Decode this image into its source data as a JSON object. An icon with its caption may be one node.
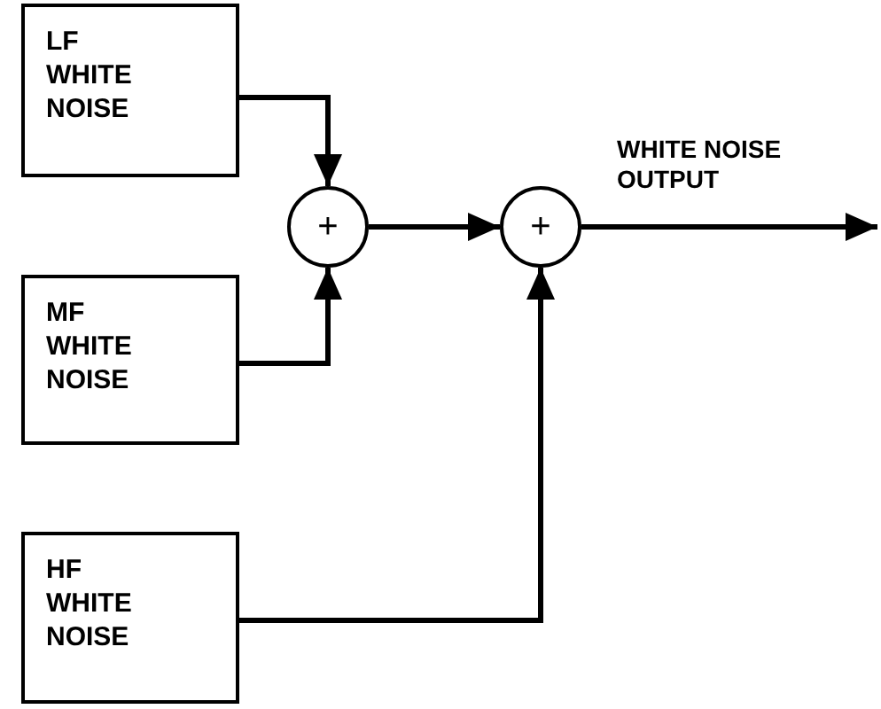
{
  "diagram": {
    "nodes": [
      {
        "text": [
          "LF WHITE NOISE"
        ]
      },
      {
        "text": [
          "MF WHITE NOISE"
        ]
      },
      {
        "text": [
          "HF WHITE NOISE"
        ]
      },
      {
        "text": [
          "+"
        ]
      },
      {
        "text": [
          "+"
        ]
      }
    ],
    "edges": [
      {
        "from": 0,
        "to": 3,
        "arrow": "to"
      },
      {
        "from": 1,
        "to": 3,
        "arrow": "to"
      },
      {
        "from": 3,
        "to": 4,
        "arrow": "to"
      },
      {
        "from": 2,
        "to": 4,
        "arrow": "to"
      },
      {
        "from": 4,
        "to": null,
        "arrow": "to",
        "label": "WHITE NOISE OUTPUT"
      }
    ]
  }
}
